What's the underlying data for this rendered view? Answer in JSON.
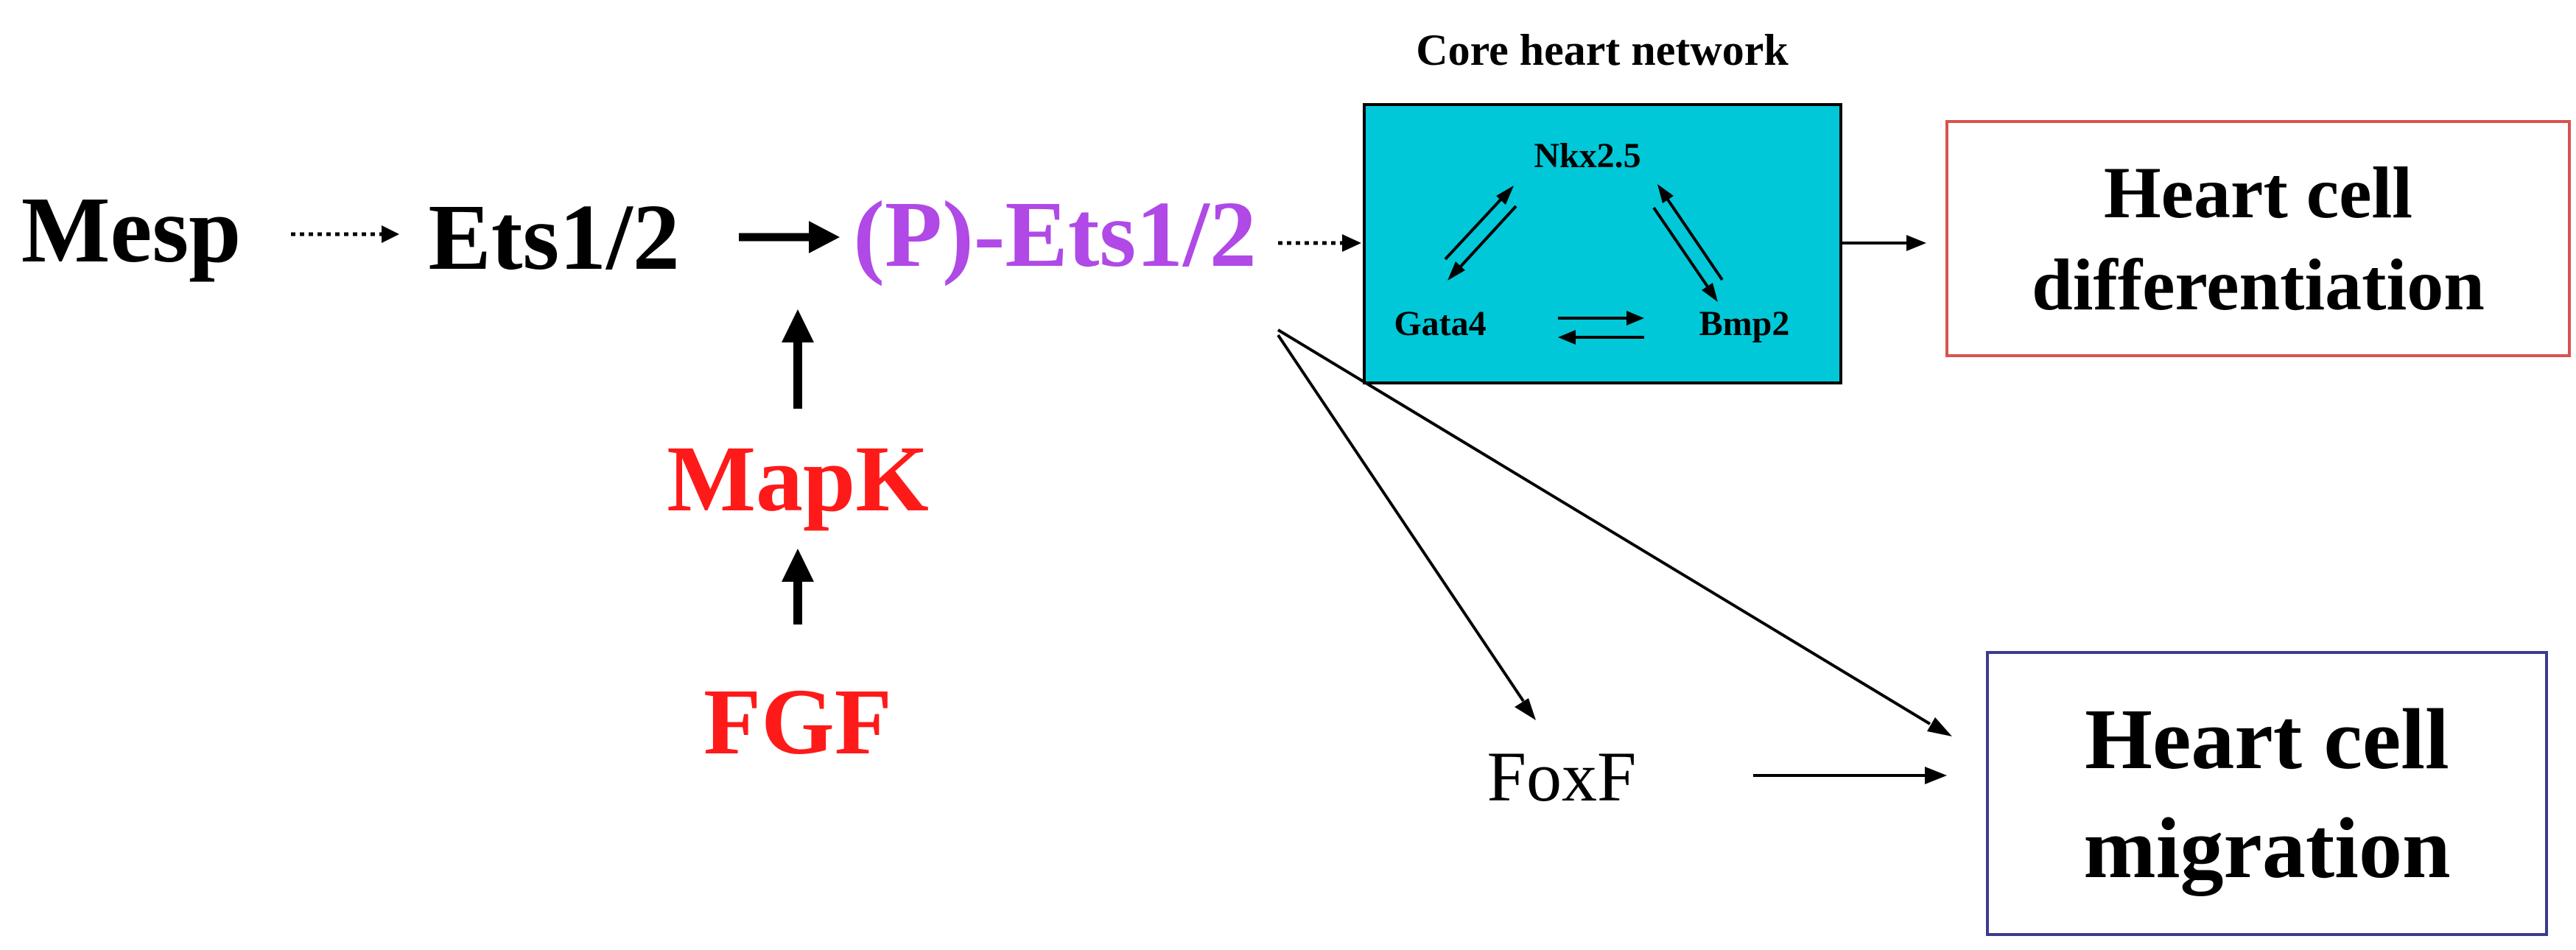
{
  "colors": {
    "black": "#000000",
    "red": "#ff1a1a",
    "purple": "#b049e6",
    "cyan": "#00c8d8",
    "differentiation_border": "#d9534f",
    "migration_border": "#3b3b8f"
  },
  "nodes": {
    "mesp": "Mesp",
    "ets12": "Ets1/2",
    "p_ets12": "(P)-Ets1/2",
    "mapk": "MapK",
    "fgf": "FGF",
    "foxf": "FoxF"
  },
  "core_network": {
    "title": "Core heart network",
    "nkx25": "Nkx2.5",
    "gata4": "Gata4",
    "bmp2": "Bmp2"
  },
  "outcomes": {
    "differentiation": "Heart cell\ndifferentiation",
    "migration": "Heart cell\nmigration"
  }
}
